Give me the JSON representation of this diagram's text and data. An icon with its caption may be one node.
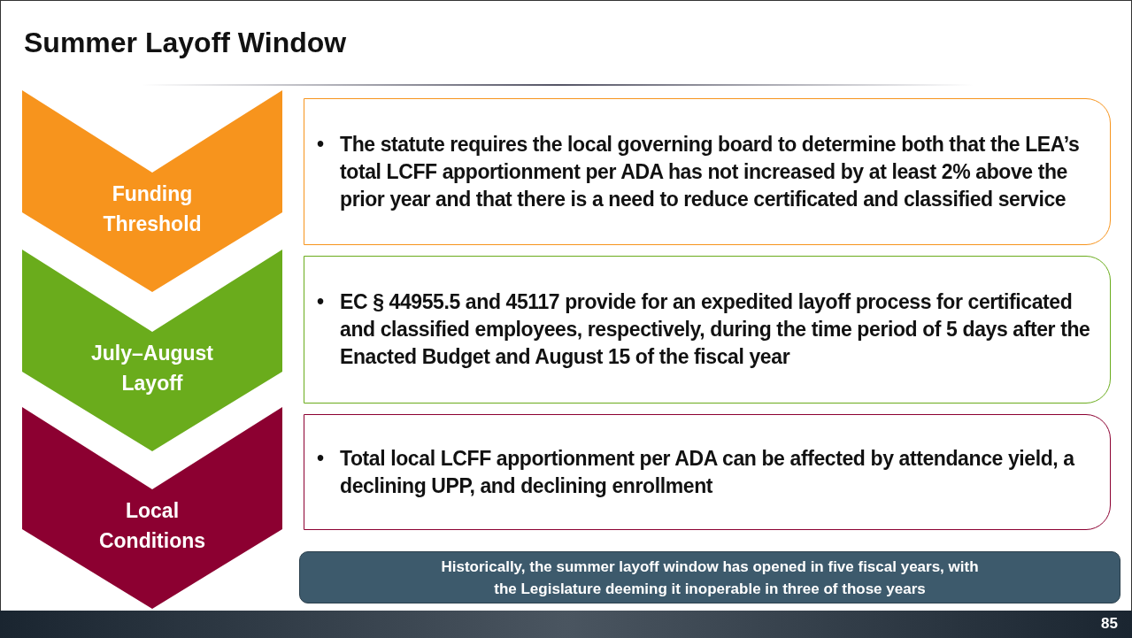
{
  "diagram": {
    "title": "Summer Layoff Window",
    "nodes": [
      {
        "text": [
          "Funding Threshold"
        ]
      },
      {
        "text": [
          "•",
          "The statute requires the local governing board to determine both that the LEA’s total LCFF apportionment per ADA has not increased by at least 2% above the prior year and that there is a need to reduce certificated and classified service"
        ]
      },
      {
        "text": [
          "July–August Layoff"
        ]
      },
      {
        "text": [
          "•",
          "EC § 44955.5 and 45117 provide for an expedited layoff process for certificated and classified employees, respectively, during the time period of 5 days after the Enacted Budget and August 15 of the fiscal year"
        ]
      },
      {
        "text": [
          "Local Conditions"
        ]
      },
      {
        "text": [
          "•",
          "Total local LCFF apportionment per ADA can be affected by attendance yield, a declining UPP, and declining enrollment"
        ]
      },
      {
        "text": [
          "Historically, the summer layoff window has opened in five fiscal years, with the Legislature deeming it inoperable in three of those years"
        ]
      }
    ],
    "edges": [],
    "labels": [
      "85"
    ]
  }
}
